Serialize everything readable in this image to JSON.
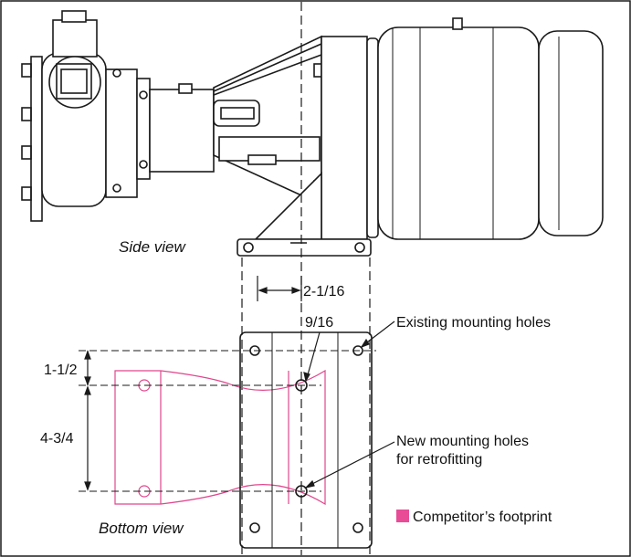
{
  "labels": {
    "side_view": "Side view",
    "bottom_view": "Bottom view",
    "dim_offset": "2-1/16",
    "dim_hole": "9/16",
    "dim_top": "1-1/2",
    "dim_spacing": "4-3/4",
    "existing_holes": "Existing mounting holes",
    "new_holes_line1": "New mounting holes",
    "new_holes_line2": "for retrofitting",
    "legend_footprint": "Competitor’s footprint"
  },
  "colors": {
    "line": "#1a1a1a",
    "footprint": "#e0468c",
    "legend_swatch": "#e84c97"
  }
}
